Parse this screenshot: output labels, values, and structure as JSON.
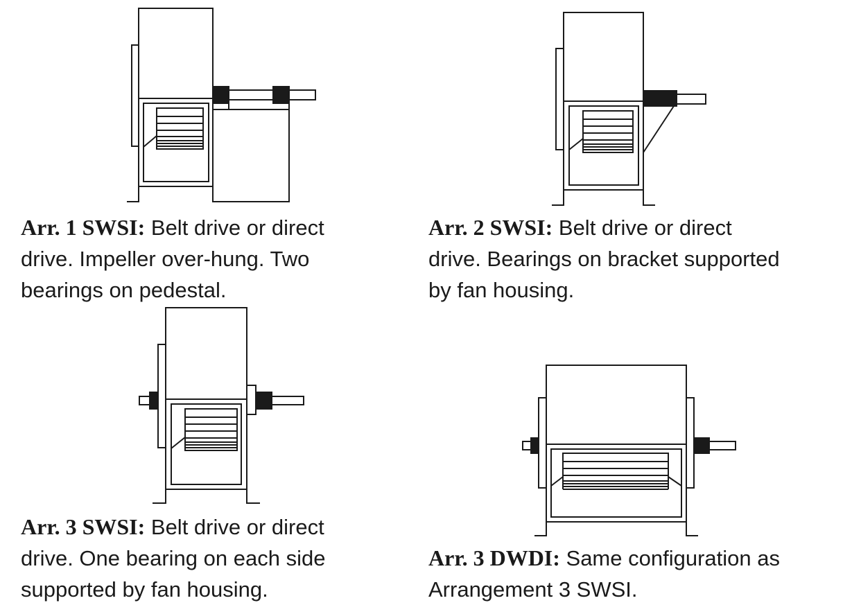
{
  "arrangements": [
    {
      "tag": "Arr. 1 SWSI:",
      "lines": [
        " Belt drive or direct",
        "drive. Impeller over-hung. Two",
        "bearings on pedestal."
      ]
    },
    {
      "tag": "Arr. 2 SWSI:",
      "lines": [
        " Belt drive or direct",
        "drive. Bearings on bracket supported",
        "by fan housing."
      ]
    },
    {
      "tag": "Arr. 3 SWSI:",
      "lines": [
        " Belt drive or direct",
        "drive. One bearing on each side",
        "supported by fan housing."
      ]
    },
    {
      "tag": "Arr. 3 DWDI:",
      "lines": [
        " Same configuration as",
        "Arrangement 3 SWSI."
      ]
    }
  ]
}
